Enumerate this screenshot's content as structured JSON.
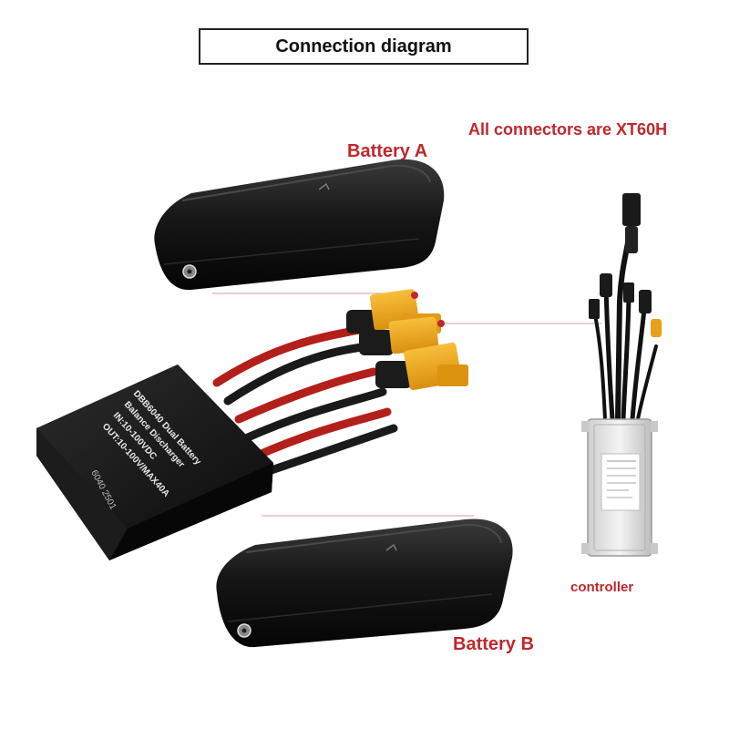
{
  "title": "Connection diagram",
  "note": "All connectors are XT60H",
  "battery_a_label": "Battery A",
  "battery_b_label": "Battery B",
  "controller_label": "controller",
  "discharger": {
    "line1": "DBB6040 Dual Battery",
    "line2": "Balance Discharger",
    "line3": "IN:10-100VDC",
    "line4": "OUT:10-100V/MAX40A",
    "side_code": "6040 2501"
  },
  "colors": {
    "accent_red": "#c0272d",
    "connector_yellow": "#f2a81d",
    "wire_red": "#b3201c",
    "body_black": "#151515"
  }
}
